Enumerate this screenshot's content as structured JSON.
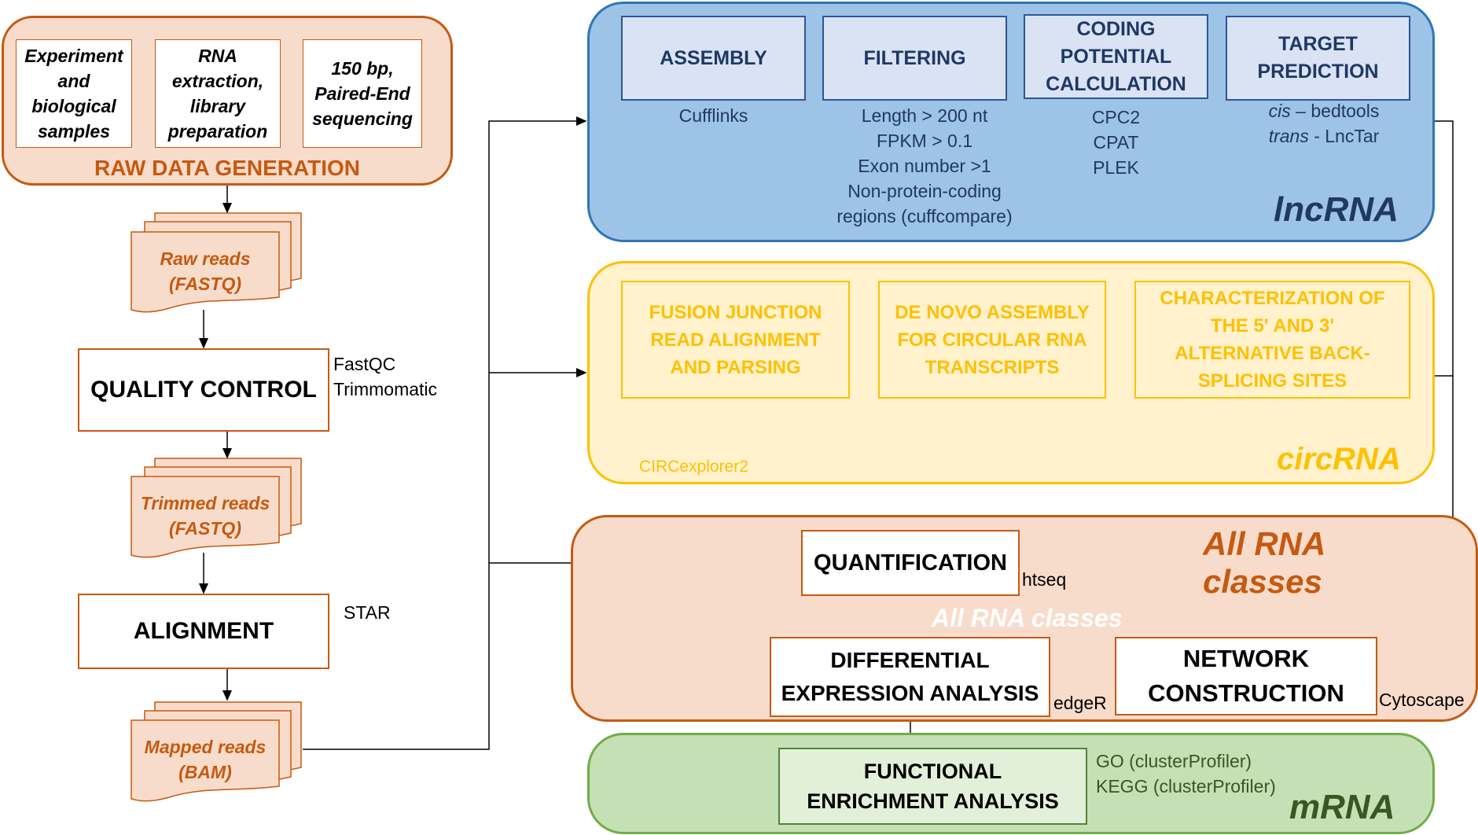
{
  "raw": {
    "boxes": [
      [
        "Experiment",
        "and",
        "biological",
        "samples"
      ],
      [
        "RNA",
        "extraction,",
        "library",
        "preparation"
      ],
      [
        "150 bp,",
        "Paired-End",
        "sequencing"
      ]
    ],
    "title": "RAW DATA GENERATION"
  },
  "docs": {
    "raw": [
      "Raw reads",
      "(FASTQ)"
    ],
    "trimmed": [
      "Trimmed reads",
      "(FASTQ)"
    ],
    "mapped": [
      "Mapped reads",
      "(BAM)"
    ]
  },
  "steps": {
    "qc": "QUALITY CONTROL",
    "qc_tools": [
      "FastQC",
      "Trimmomatic"
    ],
    "alignment": "ALIGNMENT",
    "alignment_tool": "STAR"
  },
  "lnc": {
    "title": "lncRNA",
    "boxes": [
      [
        "ASSEMBLY"
      ],
      [
        "FILTERING"
      ],
      [
        "CODING",
        "POTENTIAL",
        "CALCULATION"
      ],
      [
        "TARGET",
        "PREDICTION"
      ]
    ],
    "assembly_tool": "Cufflinks",
    "filter_criteria": [
      "Length > 200 nt",
      "FPKM > 0.1",
      "Exon number >1",
      "Non-protein-coding",
      "regions (cuffcompare)"
    ],
    "coding_tools": [
      "CPC2",
      "CPAT",
      "PLEK"
    ],
    "target_cis": [
      "cis",
      " – bedtools"
    ],
    "target_trans": [
      "trans",
      " - LncTar"
    ]
  },
  "circ": {
    "title": "circRNA",
    "tool": "CIRCexplorer2",
    "boxes": [
      [
        "FUSION JUNCTION",
        "READ ALIGNMENT",
        "AND PARSING"
      ],
      [
        "DE NOVO ASSEMBLY",
        "FOR CIRCULAR RNA",
        "TRANSCRIPTS"
      ],
      [
        "CHARACTERIZATION OF",
        "THE 5' AND 3'",
        "ALTERNATIVE BACK-",
        "SPLICING SITES"
      ]
    ]
  },
  "all": {
    "title": "All RNA classes",
    "subtitle": "All RNA classes",
    "quantification": "QUANTIFICATION",
    "quant_tool": "htseq",
    "de": [
      "DIFFERENTIAL",
      "EXPRESSION ANALYSIS"
    ],
    "de_tool": "edgeR",
    "network": [
      "NETWORK",
      "CONSTRUCTION"
    ],
    "network_tool": "Cytoscape"
  },
  "mrna": {
    "title": "mRNA",
    "box": [
      "FUNCTIONAL",
      "ENRICHMENT ANALYSIS"
    ],
    "tools": [
      "GO (clusterProfiler)",
      "KEGG (clusterProfiler)"
    ]
  },
  "colors": {
    "orange": "#c55a11",
    "blue": "#2e75b6",
    "yellow": "#ffc000",
    "green": "#70ad47"
  }
}
